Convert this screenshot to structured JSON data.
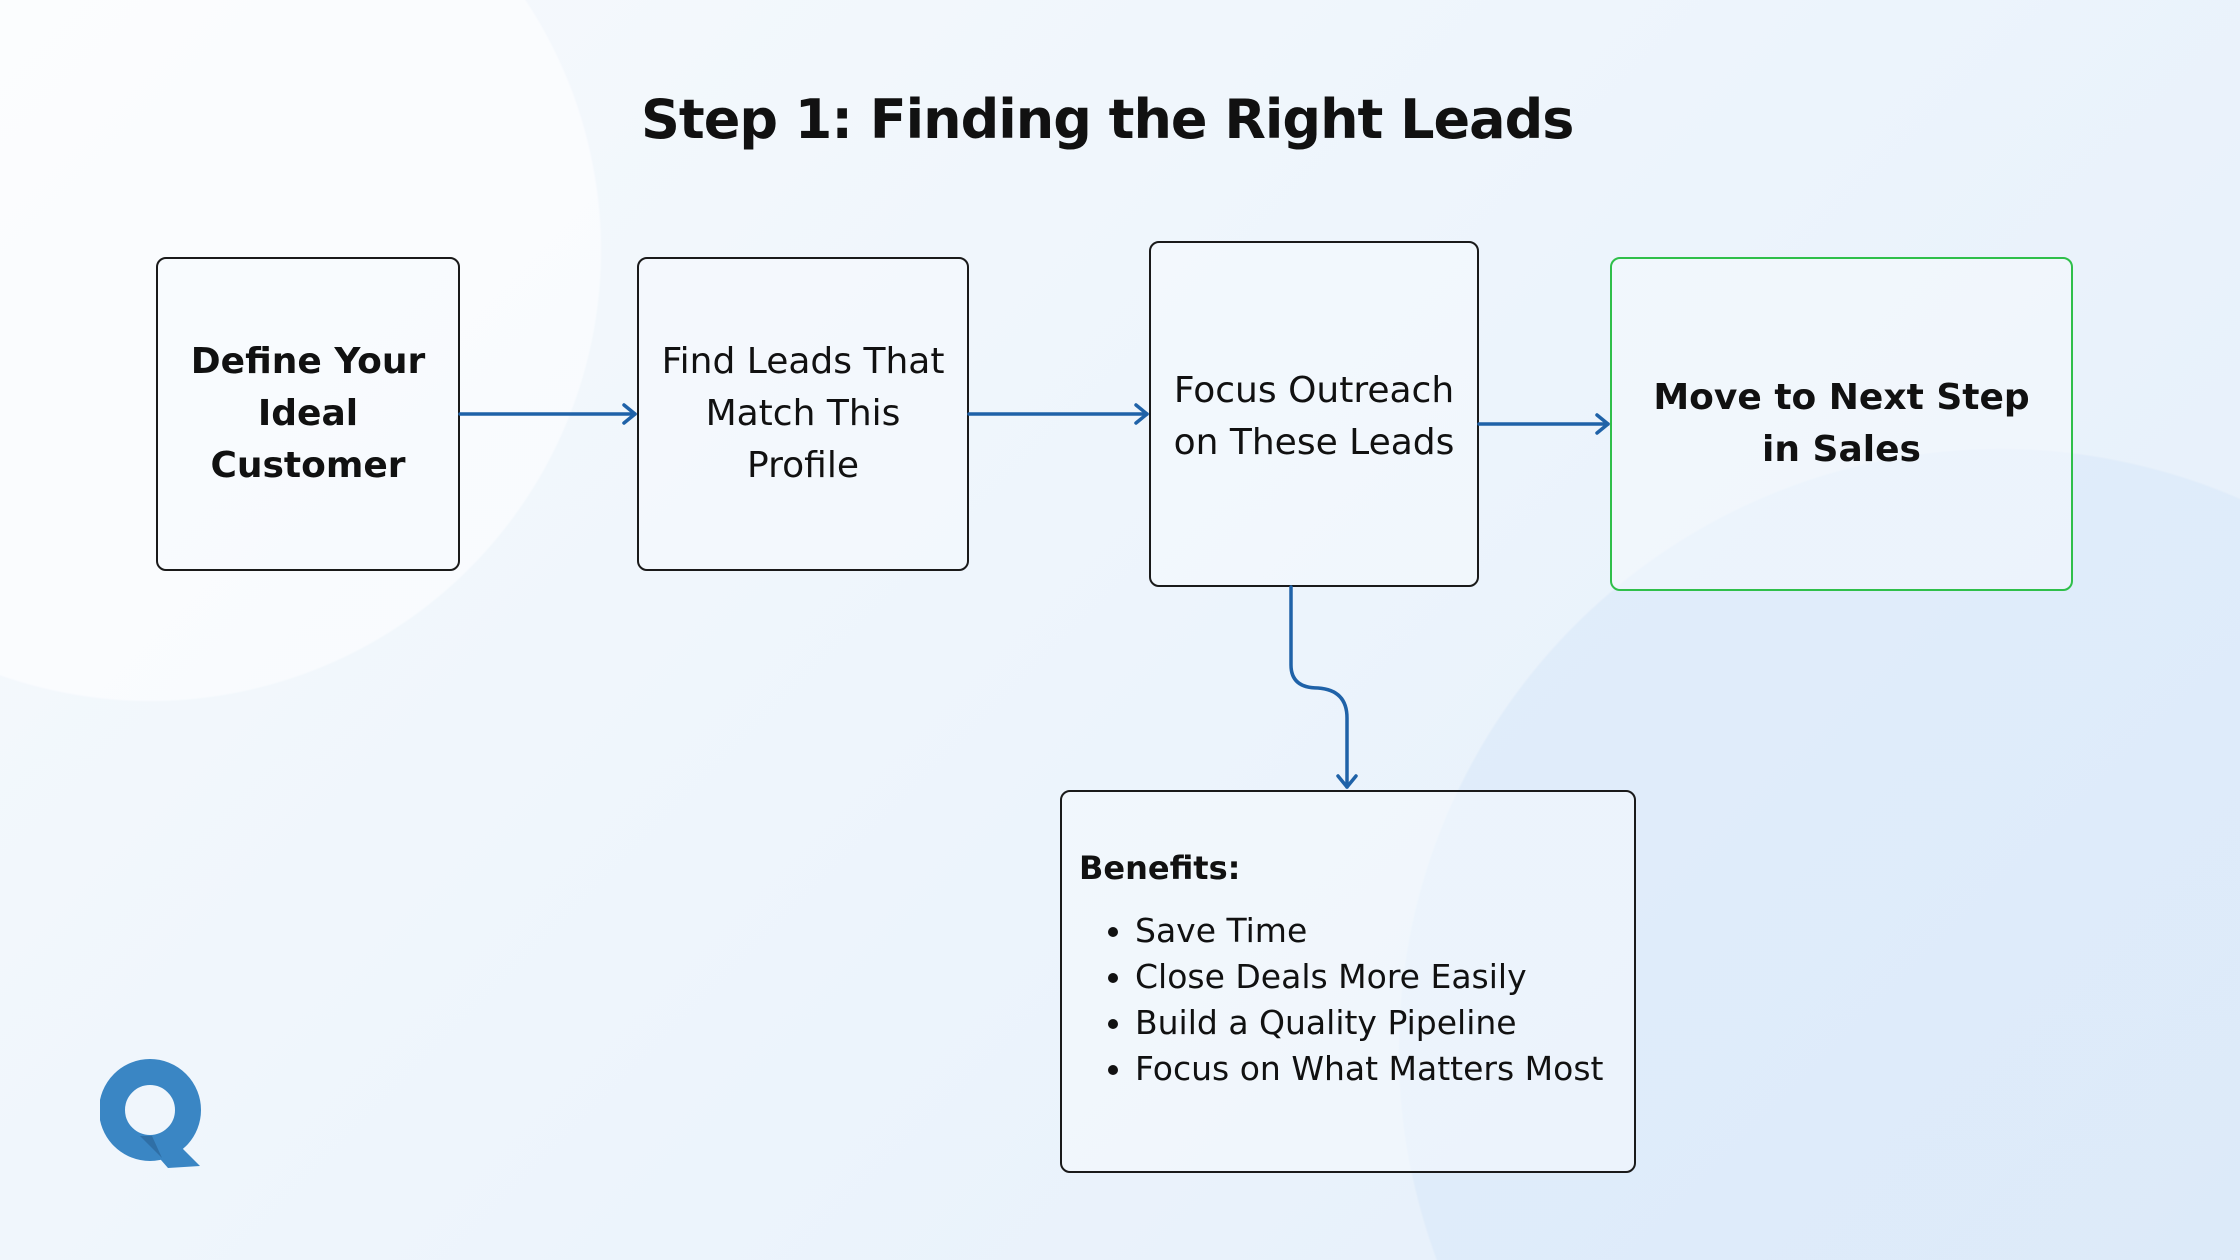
{
  "title": "Step 1: Finding the Right Leads",
  "steps": [
    {
      "label": "Define Your Ideal Customer"
    },
    {
      "label": "Find Leads That Match This Profile"
    },
    {
      "label": "Focus Outreach on These Leads"
    },
    {
      "label": "Move to Next Step in Sales"
    }
  ],
  "benefits": {
    "heading": "Benefits:",
    "items": [
      "Save Time",
      "Close Deals More Easily",
      "Build a Quality Pipeline",
      "Focus on What Matters Most"
    ]
  },
  "logo": {
    "letter": "Q"
  },
  "colors": {
    "arrow": "#1f62a8",
    "accent_border": "#2fbf4a",
    "logo": "#3a86c4"
  }
}
